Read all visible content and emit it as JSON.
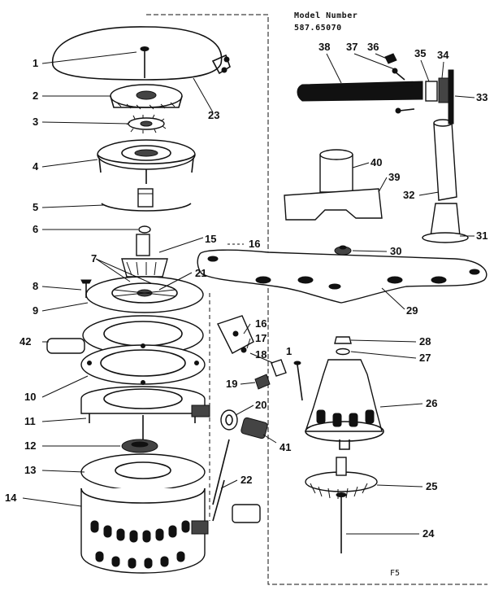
{
  "header": {
    "model_label": "Model Number",
    "model_number": "587.65070"
  },
  "page_code": "F5",
  "callouts": [
    {
      "id": "c1",
      "text": "1"
    },
    {
      "id": "c2",
      "text": "2"
    },
    {
      "id": "c3",
      "text": "3"
    },
    {
      "id": "c4",
      "text": "4"
    },
    {
      "id": "c5",
      "text": "5"
    },
    {
      "id": "c6",
      "text": "6"
    },
    {
      "id": "c7",
      "text": "7"
    },
    {
      "id": "c8",
      "text": "8"
    },
    {
      "id": "c9",
      "text": "9"
    },
    {
      "id": "c10",
      "text": "10"
    },
    {
      "id": "c11",
      "text": "11"
    },
    {
      "id": "c12",
      "text": "12"
    },
    {
      "id": "c13",
      "text": "13"
    },
    {
      "id": "c14",
      "text": "14"
    },
    {
      "id": "c15",
      "text": "15"
    },
    {
      "id": "c16a",
      "text": "16"
    },
    {
      "id": "c16b",
      "text": "16"
    },
    {
      "id": "c17",
      "text": "17"
    },
    {
      "id": "c18",
      "text": "18"
    },
    {
      "id": "c19",
      "text": "19"
    },
    {
      "id": "c20",
      "text": "20"
    },
    {
      "id": "c21",
      "text": "21"
    },
    {
      "id": "c22",
      "text": "22"
    },
    {
      "id": "c23",
      "text": "23"
    },
    {
      "id": "c24",
      "text": "24"
    },
    {
      "id": "c25",
      "text": "25"
    },
    {
      "id": "c26",
      "text": "26"
    },
    {
      "id": "c27",
      "text": "27"
    },
    {
      "id": "c28",
      "text": "28"
    },
    {
      "id": "c29",
      "text": "29"
    },
    {
      "id": "c30",
      "text": "30"
    },
    {
      "id": "c31",
      "text": "31"
    },
    {
      "id": "c32",
      "text": "32"
    },
    {
      "id": "c33",
      "text": "33"
    },
    {
      "id": "c34",
      "text": "34"
    },
    {
      "id": "c35",
      "text": "35"
    },
    {
      "id": "c36",
      "text": "36"
    },
    {
      "id": "c37",
      "text": "37"
    },
    {
      "id": "c38",
      "text": "38"
    },
    {
      "id": "c39",
      "text": "39"
    },
    {
      "id": "c40",
      "text": "40"
    },
    {
      "id": "c41",
      "text": "41"
    },
    {
      "id": "c42",
      "text": "42"
    },
    {
      "id": "c1b",
      "text": "1"
    }
  ]
}
